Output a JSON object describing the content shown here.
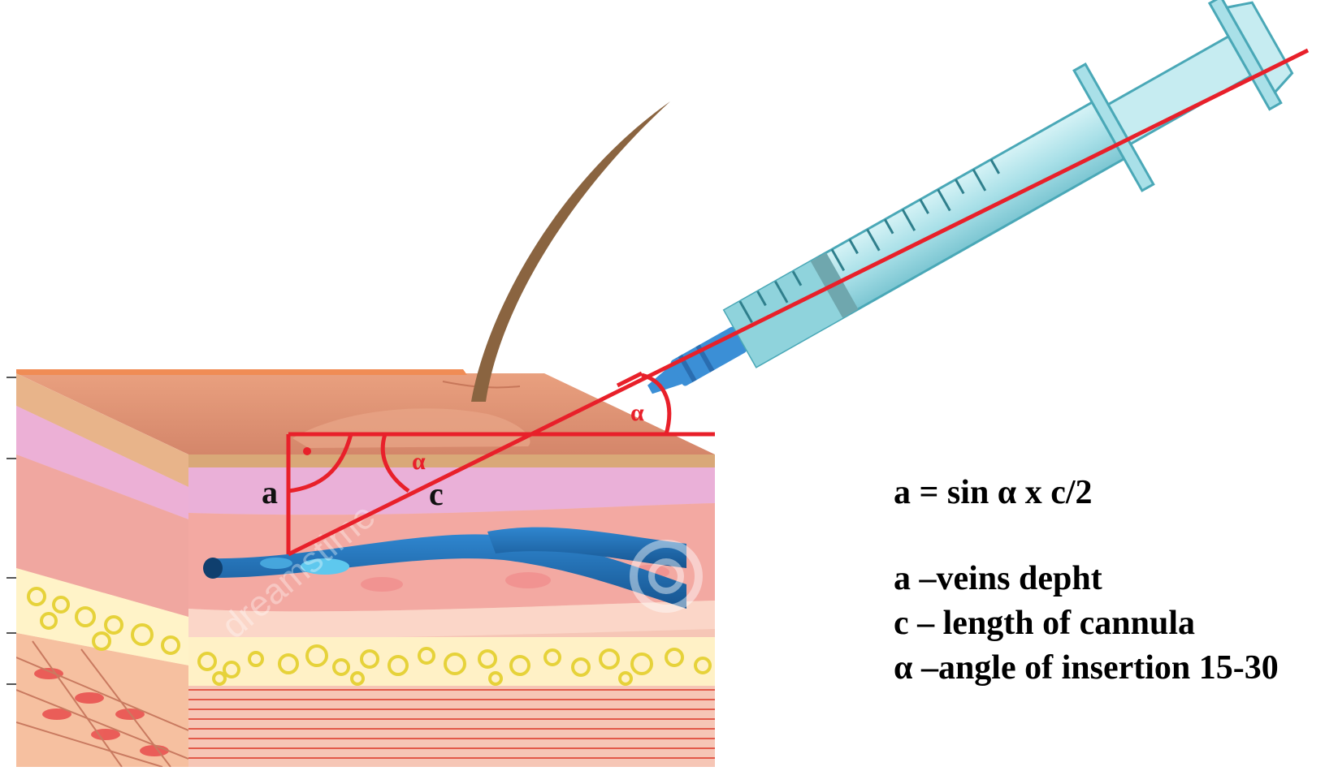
{
  "diagram": {
    "labels": {
      "a": "a",
      "c": "c",
      "alpha_inner": "α",
      "alpha_outer": "α"
    },
    "watermark": "dreamstime",
    "formula": "a = sin α x c/2",
    "legend": [
      "a –veins depht",
      "c – length of cannula",
      "α –angle of insertion 15-30"
    ],
    "colors": {
      "construction_lines": "#e8202a",
      "vein": "#1f6fb8",
      "syringe": "#9fdde6",
      "needle_hub": "#3b8fd6",
      "hair": "#8a6440",
      "skin_top": "#d98a6a",
      "fat": "#f3e86a"
    }
  }
}
